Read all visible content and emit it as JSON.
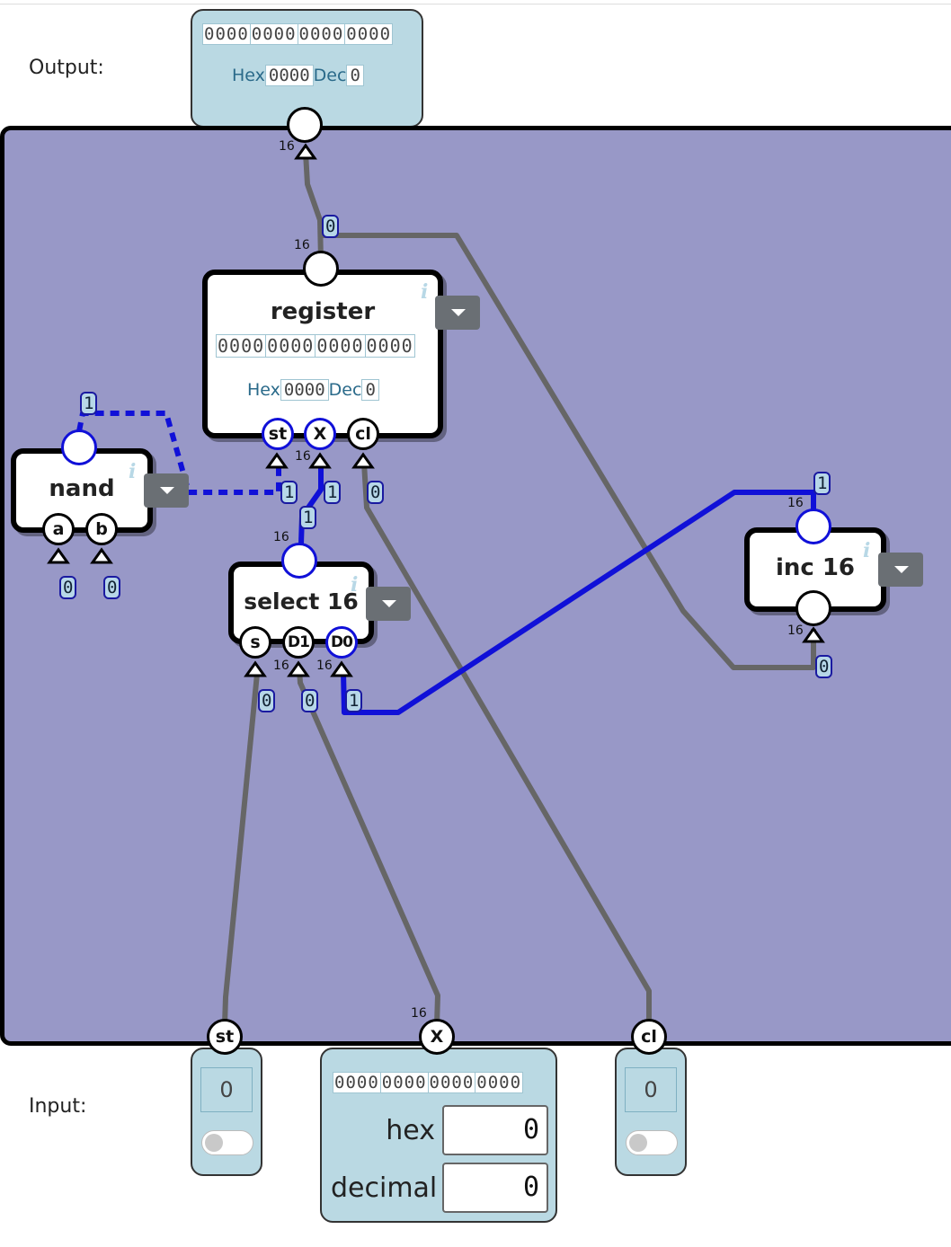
{
  "labels": {
    "output": "Output:",
    "input": "Input:"
  },
  "output_panel": {
    "bits": [
      "0000",
      "0000",
      "0000",
      "0000"
    ],
    "hex_label": "Hex",
    "hex_value": "0000",
    "dec_label": "Dec",
    "dec_value": "0",
    "bus_width": "16"
  },
  "chips": {
    "register": {
      "title": "register",
      "bits": [
        "0000",
        "0000",
        "0000",
        "0000"
      ],
      "hex_label": "Hex",
      "hex_value": "0000",
      "dec_label": "Dec",
      "dec_value": "0",
      "pins": [
        "st",
        "X",
        "cl"
      ],
      "out_width": "16",
      "in_width": "16"
    },
    "nand": {
      "title": "nand",
      "pins": [
        "a",
        "b"
      ]
    },
    "select16": {
      "title": "select 16",
      "pins": [
        "s",
        "D1",
        "D0"
      ],
      "out_width": "16",
      "in_width_d1": "16",
      "in_width_d0": "16"
    },
    "inc16": {
      "title": "inc 16",
      "out_width": "16",
      "in_width": "16"
    }
  },
  "wire_values": {
    "reg_out": "0",
    "nand_out": "1",
    "reg_st_in": "1",
    "reg_x_in": "1",
    "reg_cl_in": "0",
    "select_out": "1",
    "inc_out": "1",
    "inc_in": "0",
    "nand_a": "0",
    "nand_b": "0",
    "select_s": "0",
    "select_d1": "0",
    "select_d0": "1"
  },
  "inputs": {
    "st": {
      "pin": "st",
      "value": "0"
    },
    "x": {
      "pin": "X",
      "bus_width": "16",
      "bits": [
        "0000",
        "0000",
        "0000",
        "0000"
      ],
      "hex_label": "hex",
      "hex_value": "0",
      "dec_label": "decimal",
      "dec_value": "0"
    },
    "cl": {
      "pin": "cl",
      "value": "0"
    }
  },
  "info_glyph": "i",
  "colors": {
    "canvas": "#9898c7",
    "wire_off": "#666666",
    "wire_on": "#1010d8",
    "panel": "#bad9e3"
  }
}
